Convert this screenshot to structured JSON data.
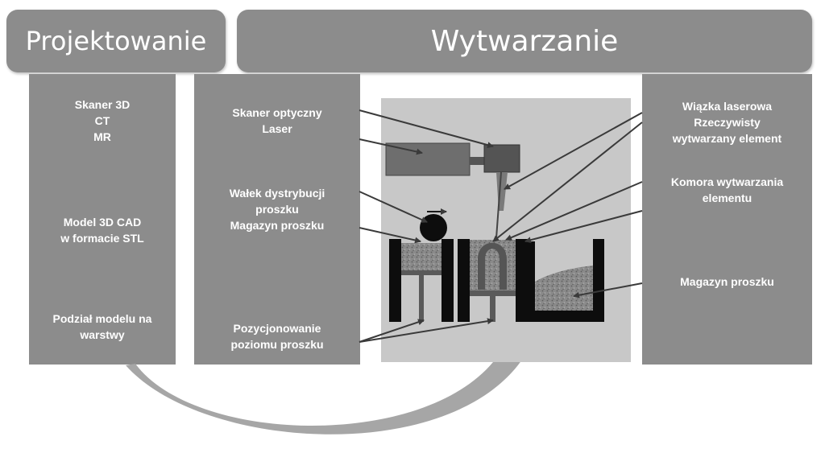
{
  "headers": {
    "design": "Projektowanie",
    "manufacturing": "Wytwarzanie"
  },
  "design_steps": {
    "scan": [
      "Skaner 3D",
      "CT",
      "MR"
    ],
    "model": [
      "Model 3D CAD",
      "w formacie STL"
    ],
    "slicing": [
      "Podział modelu na",
      "warstwy"
    ]
  },
  "machine_labels_left": {
    "optics": [
      "Skaner  optyczny",
      "Laser"
    ],
    "roller": [
      "Wałek dystrybucji",
      "proszku",
      "Magazyn proszku"
    ],
    "positioning": [
      "Pozycjonowanie",
      "poziomu proszku"
    ]
  },
  "machine_labels_right": {
    "beam": [
      "Wiązka laserowa",
      "Rzeczywisty",
      "wytwarzany element"
    ],
    "chamber": [
      "Komora wytwarzania",
      "elementu"
    ],
    "magazine": [
      "Magazyn proszku"
    ]
  },
  "colors": {
    "panel": "#8c8c8c",
    "panel_text": "#ffffff",
    "flow_arrow": "#a6a6a6",
    "machine_bg": "#c8c8c8",
    "walls": "#1a1a1a"
  }
}
